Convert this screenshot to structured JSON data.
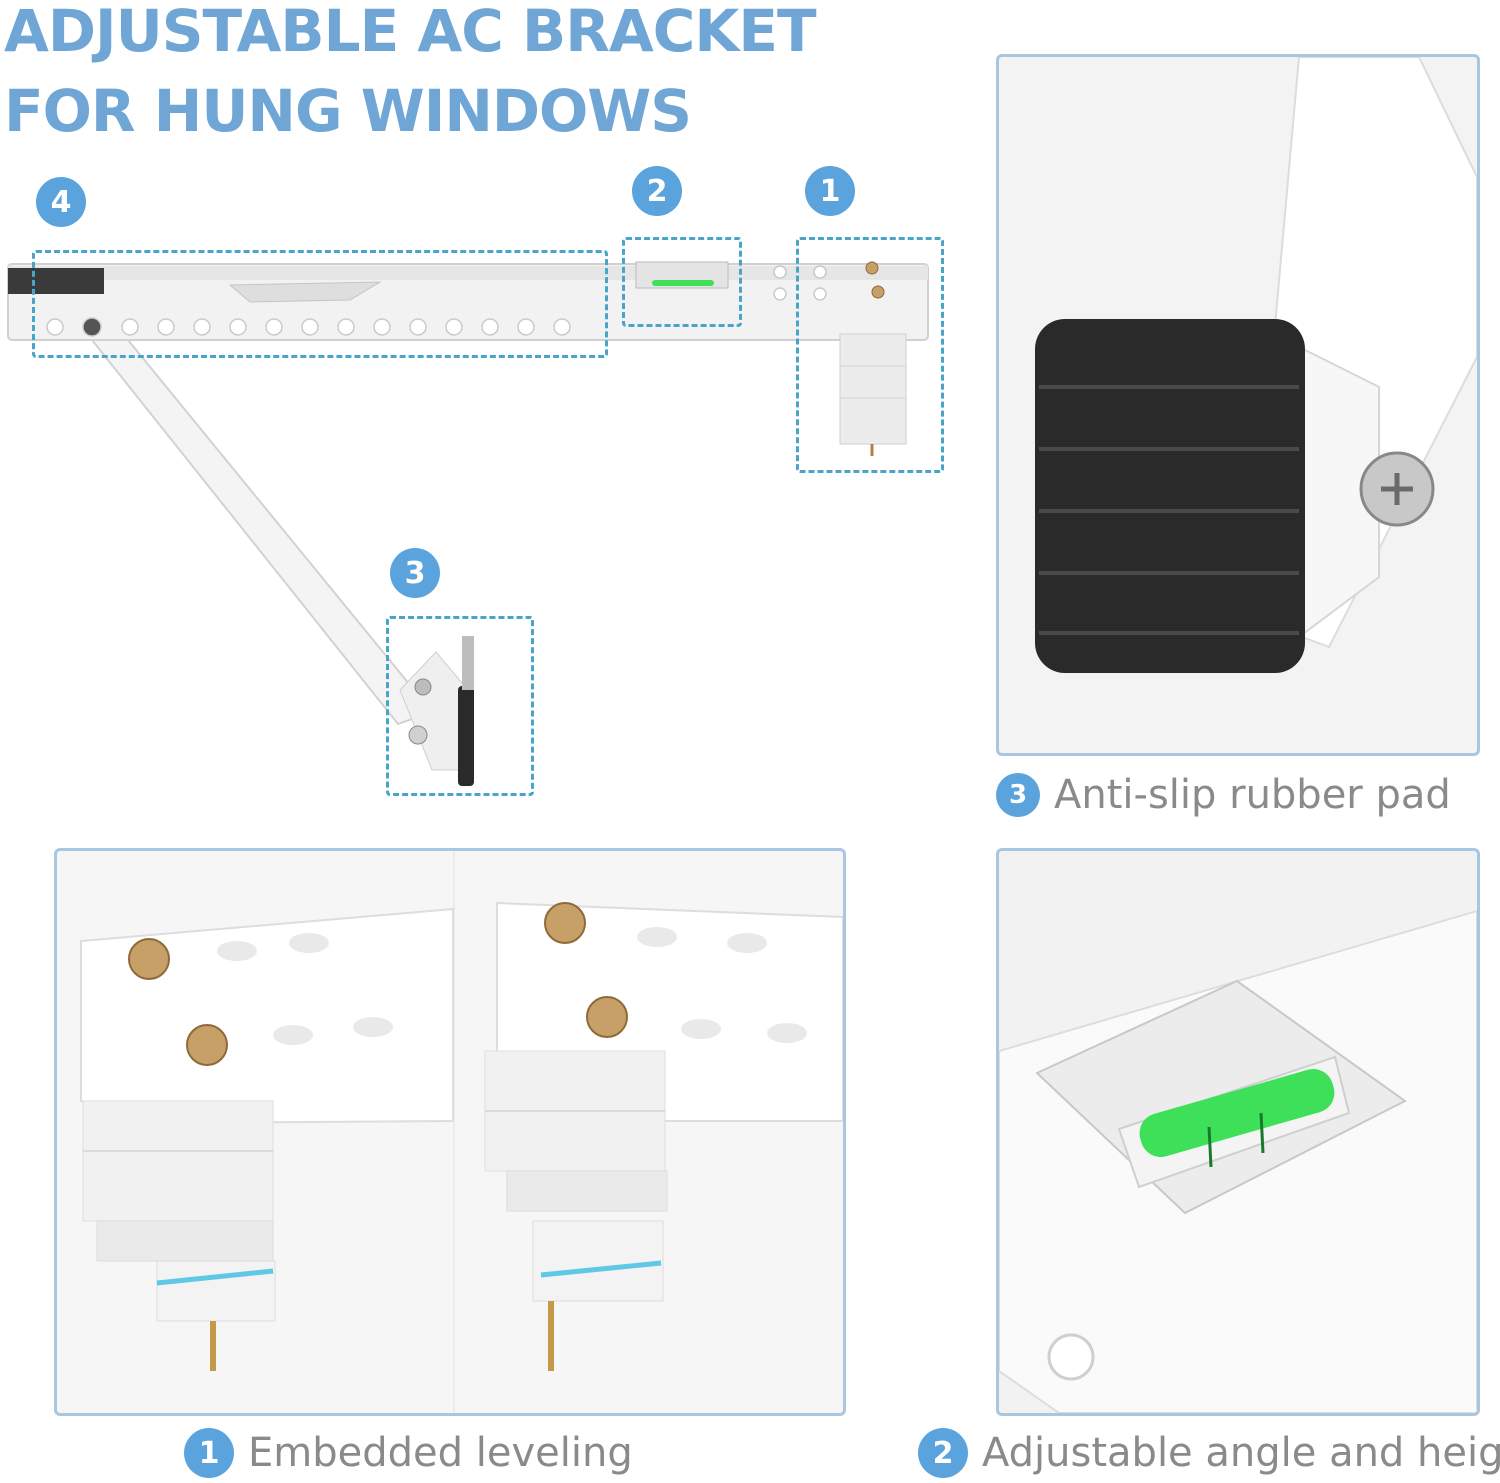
{
  "title": {
    "line1": "ADJUSTABLE AC BRACKET",
    "line2": "FOR HUNG WINDOWS"
  },
  "diagram": {
    "badges": [
      "4",
      "2",
      "1",
      "3"
    ]
  },
  "captions": {
    "rubber_pad": {
      "number": "3",
      "text": "Anti-slip rubber pad"
    },
    "leveling": {
      "number": "1",
      "text": "Embedded leveling"
    },
    "angle_height": {
      "number": "2",
      "text": "Adjustable angle and height"
    }
  },
  "colors": {
    "title": "#6fa6d6",
    "badge": "#5aa3dc",
    "dashed_frame": "#4aa4c8",
    "panel_border": "#a9c7e0",
    "caption_text": "#8a8a8a",
    "level_bubble": "#3ee05a",
    "rubber": "#2a2a2a",
    "screw_brass": "#c7a067"
  }
}
